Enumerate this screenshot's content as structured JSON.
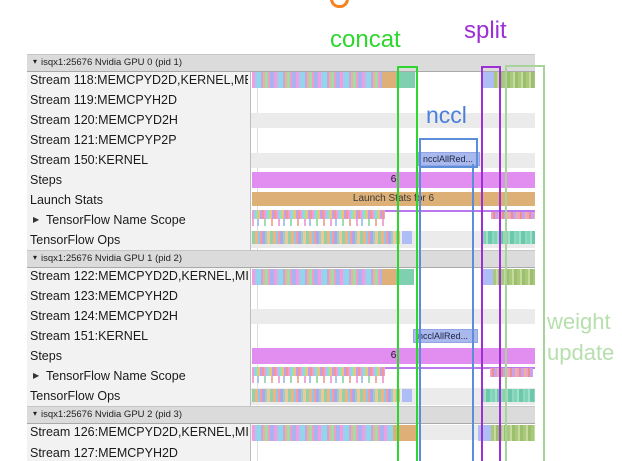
{
  "annotations": {
    "concat": "concat",
    "split": "split",
    "nccl": "nccl",
    "weight_update_line1": "weight",
    "weight_update_line2": "update",
    "colors": {
      "concat": "#2ed62e",
      "split": "#9c2fd6",
      "nccl_label": "#4a7fd9",
      "nccl_selection_box": "#5b8dd9",
      "weight_update": "#b7dfad"
    }
  },
  "glyphs": {
    "collapse": "▾",
    "expand": "▶"
  },
  "bar_colors": {
    "steps_bar": "#e18ef0",
    "launch_stats_bar": "#ddb077",
    "nccl_kernel_bar": "#a9b8ed",
    "memcpy_blue_segment": "#aebdf5",
    "weight_update_segment": "#a9c87c"
  },
  "sections": {
    "gpu0": {
      "header": "isqx1:25676 Nvidia GPU 0 (pid 1)",
      "rows": {
        "s118": "Stream 118:MEMCPYD2D,KERNEL,ME",
        "s119": "Stream 119:MEMCPYH2D",
        "s120": "Stream 120:MEMCPYD2H",
        "s121": "Stream 121:MEMCPYP2P",
        "s150": "Stream 150:KERNEL",
        "steps": "Steps",
        "launch": "Launch Stats",
        "tfns": "TensorFlow Name Scope",
        "tfops": "TensorFlow Ops"
      },
      "bars": {
        "steps_value": "6",
        "launch_label": "Launch Stats for 6",
        "nccl_kernel": "ncclAllRed..."
      }
    },
    "gpu1": {
      "header": "isqx1:25676 Nvidia GPU 1 (pid 2)",
      "rows": {
        "s122": "Stream 122:MEMCPYD2D,KERNEL,MI",
        "s123": "Stream 123:MEMCPYH2D",
        "s124": "Stream 124:MEMCPYD2H",
        "s151": "Stream 151:KERNEL",
        "steps": "Steps",
        "tfns": "TensorFlow Name Scope",
        "tfops": "TensorFlow Ops"
      },
      "bars": {
        "steps_value": "6",
        "nccl_kernel": "ncclAllRed..."
      }
    },
    "gpu2": {
      "header": "isqx1:25676 Nvidia GPU 2 (pid 3)",
      "rows": {
        "s126": "Stream 126:MEMCPYD2D,KERNEL,MI",
        "s127": "Stream 127:MEMCPYH2D"
      }
    }
  }
}
